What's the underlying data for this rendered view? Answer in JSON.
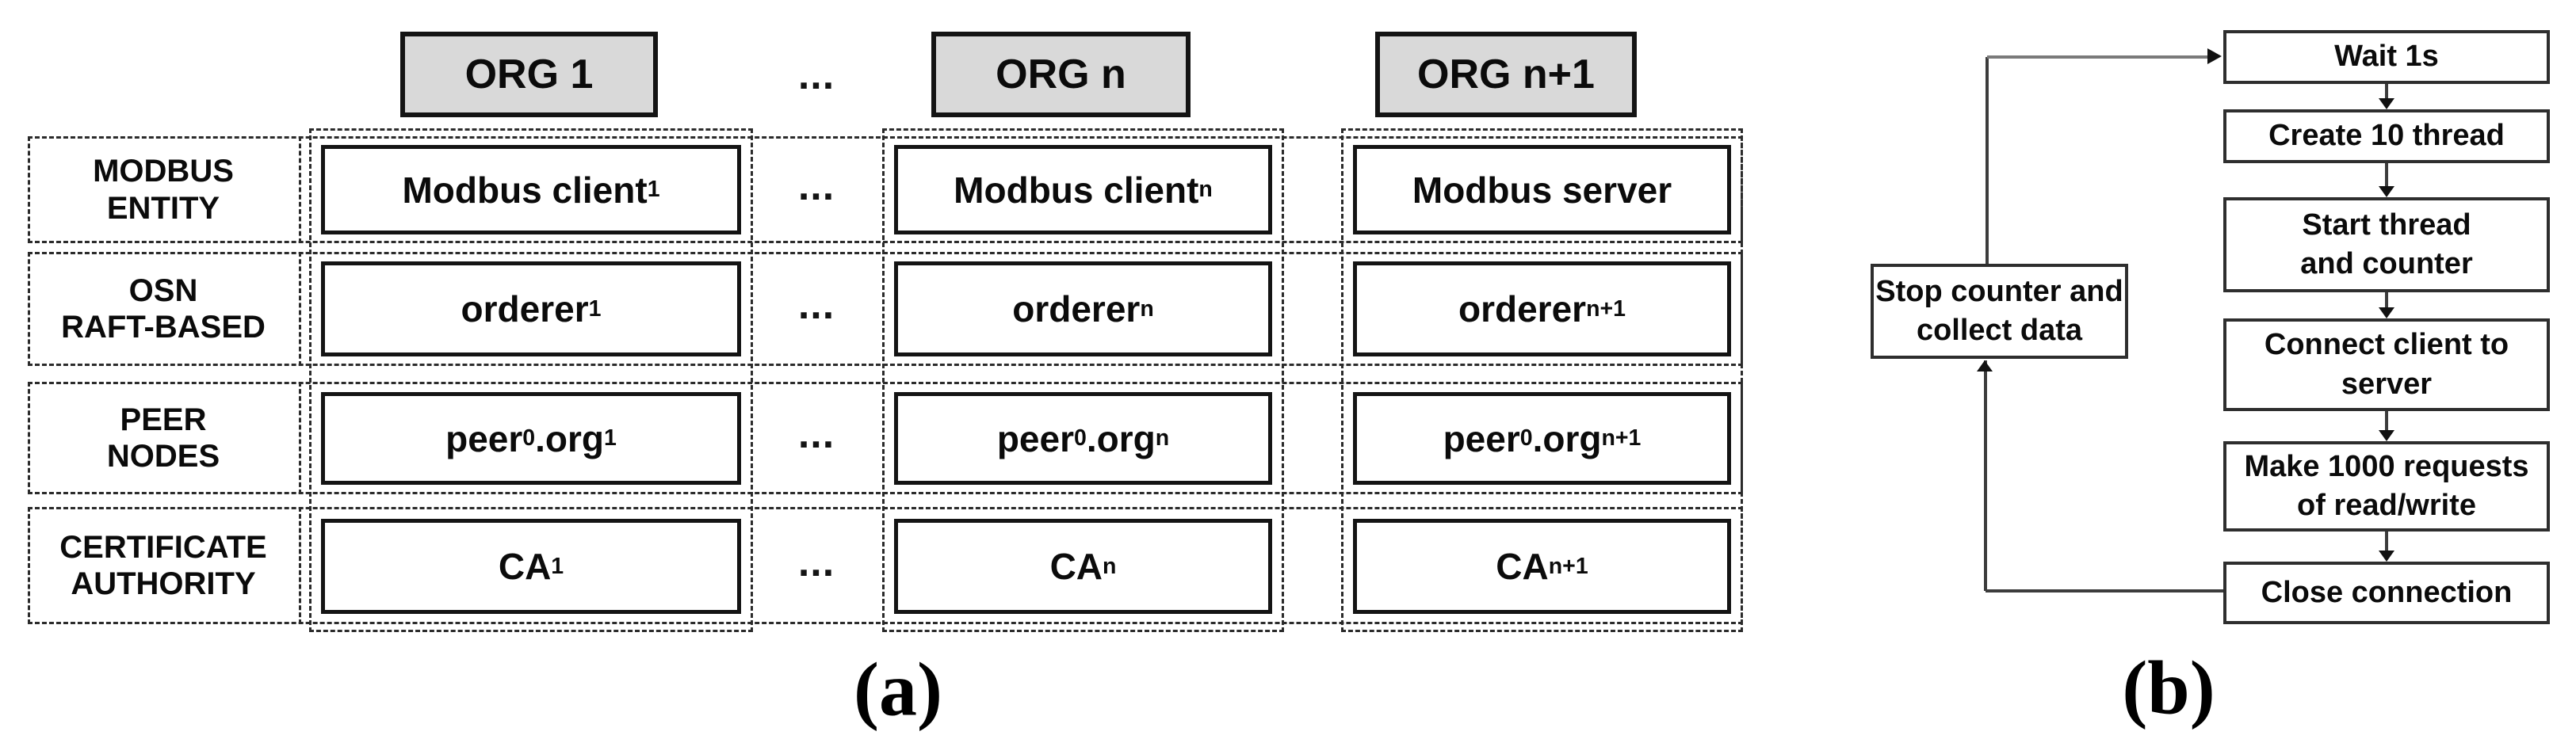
{
  "panel_a": {
    "caption": "(a)",
    "ellipsis": "...",
    "org_headers": [
      "ORG 1",
      "ORG n",
      "ORG n+1"
    ],
    "row_labels": [
      [
        "MODBUS",
        "ENTITY"
      ],
      [
        "OSN",
        "RAFT-BASED"
      ],
      [
        "PEER",
        "NODES"
      ],
      [
        "CERTIFICATE",
        "AUTHORITY"
      ]
    ],
    "cells": [
      [
        [
          {
            "t": "Modbus client"
          },
          {
            "s": "1"
          }
        ],
        [
          {
            "t": "Modbus client"
          },
          {
            "s": "n"
          }
        ],
        [
          {
            "t": "Modbus server"
          }
        ]
      ],
      [
        [
          {
            "t": "orderer"
          },
          {
            "s": "1"
          }
        ],
        [
          {
            "t": "orderer"
          },
          {
            "s": "n"
          }
        ],
        [
          {
            "t": "orderer"
          },
          {
            "s": "n+1"
          }
        ]
      ],
      [
        [
          {
            "t": "peer"
          },
          {
            "s": "0"
          },
          {
            "t": ".org"
          },
          {
            "s": "1"
          }
        ],
        [
          {
            "t": "peer"
          },
          {
            "s": "0"
          },
          {
            "t": ".org"
          },
          {
            "s": "n"
          }
        ],
        [
          {
            "t": "peer"
          },
          {
            "s": "0"
          },
          {
            "t": ".org"
          },
          {
            "s": "n+1"
          }
        ]
      ],
      [
        [
          {
            "t": "CA"
          },
          {
            "s": "1"
          }
        ],
        [
          {
            "t": "CA"
          },
          {
            "s": "n"
          }
        ],
        [
          {
            "t": "CA"
          },
          {
            "s": "n+1"
          }
        ]
      ]
    ]
  },
  "panel_b": {
    "caption": "(b)",
    "steps": [
      "Wait 1s",
      "Create 10 thread",
      "Start thread\nand counter",
      "Connect client to\nserver",
      "Make 1000 requests\nof read/write",
      "Close connection"
    ],
    "loop_label": "Stop counter and\ncollect data"
  },
  "colors": {
    "header_fill": "#d9d9d9",
    "box_border": "#141414",
    "dashed_border": "#2b2b2b",
    "line": "#3c3c3c"
  }
}
